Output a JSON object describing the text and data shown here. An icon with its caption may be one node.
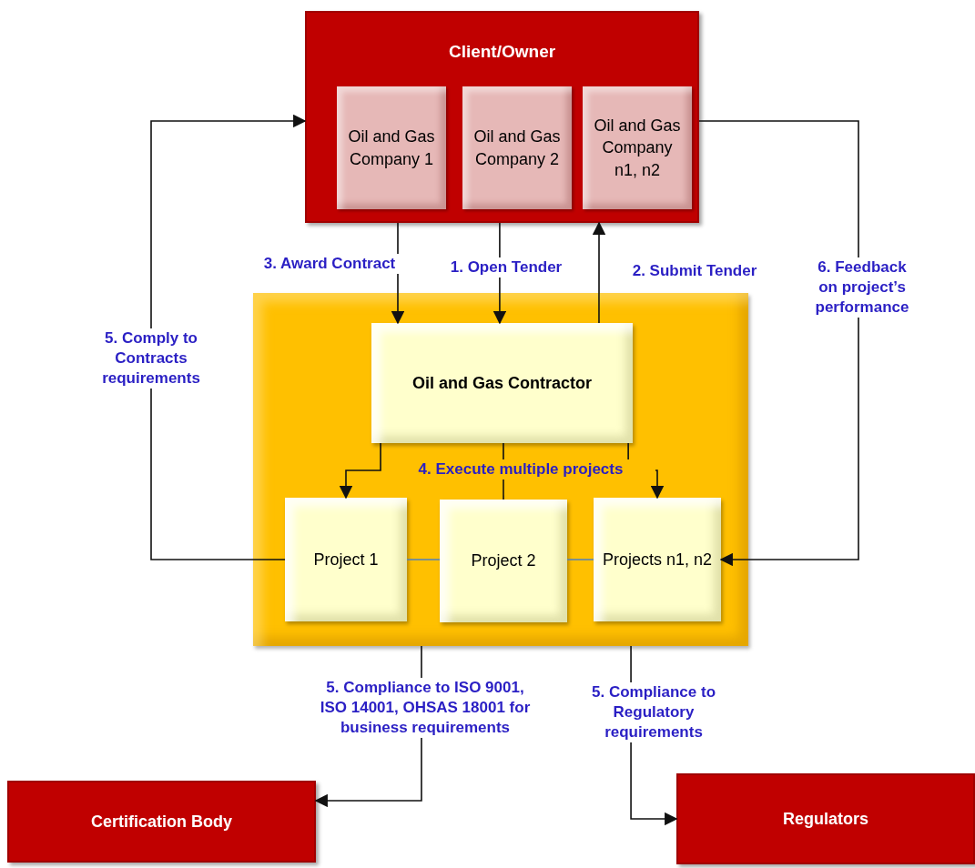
{
  "diagram": {
    "nodes": [
      {
        "text": [
          "Client/Owner"
        ]
      },
      {
        "text": [
          "Oil and Gas Company 1"
        ],
        "in": 0
      },
      {
        "text": [
          "Oil and Gas Company 2"
        ],
        "in": 0
      },
      {
        "text": [
          "Oil and Gas Company n1, n2"
        ],
        "in": 0
      },
      {
        "text": [],
        "shape": "box"
      },
      {
        "text": [
          "Oil and Gas Contractor"
        ],
        "in": 4
      },
      {
        "text": [
          "Project 1"
        ],
        "in": 4
      },
      {
        "text": [
          "Project 2"
        ],
        "in": 4
      },
      {
        "text": [
          "Projects n1, n2"
        ],
        "in": 4
      },
      {
        "text": [
          "Certification Body"
        ]
      },
      {
        "text": [
          "Regulators"
        ]
      }
    ],
    "edges": [
      {
        "from": 0,
        "to": 5,
        "arrow": "to",
        "label": "3. Award Contract"
      },
      {
        "from": 0,
        "to": 5,
        "arrow": "to",
        "label": "1. Open Tender"
      },
      {
        "from": 5,
        "to": 0,
        "arrow": "to",
        "label": "2. Submit Tender"
      },
      {
        "from": 6,
        "to": 0,
        "arrow": "to",
        "label": "5. Comply to Contracts requirements"
      },
      {
        "from": 0,
        "to": 8,
        "arrow": "to",
        "label": "6. Feedback on project’s performance"
      },
      {
        "from": 5,
        "to": 6,
        "arrow": "to"
      },
      {
        "from": 5,
        "to": 7,
        "arrow": "none",
        "label": "4. Execute multiple projects"
      },
      {
        "from": 5,
        "to": 8,
        "arrow": "to"
      },
      {
        "from": 6,
        "to": 7,
        "arrow": "none",
        "color": "#4f81bd"
      },
      {
        "from": 7,
        "to": 8,
        "arrow": "none",
        "color": "#4f81bd"
      },
      {
        "from": 4,
        "to": 9,
        "arrow": "to",
        "label": "5. Compliance to ISO 9001, ISO 14001, OHSAS 18001 for business requirements"
      },
      {
        "from": 4,
        "to": 10,
        "arrow": "to",
        "label": "5. Compliance to Regulatory requirements"
      }
    ]
  }
}
